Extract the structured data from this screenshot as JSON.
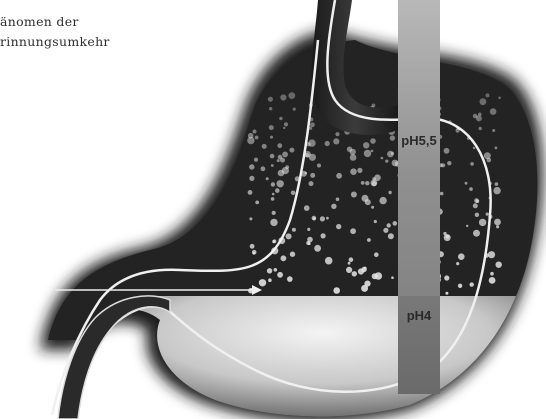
{
  "caption": {
    "line1": "änomen der",
    "line2": "rinnungsumkehr"
  },
  "ph_strip": {
    "upper_label": "pH5,5",
    "lower_label": "pH4"
  }
}
